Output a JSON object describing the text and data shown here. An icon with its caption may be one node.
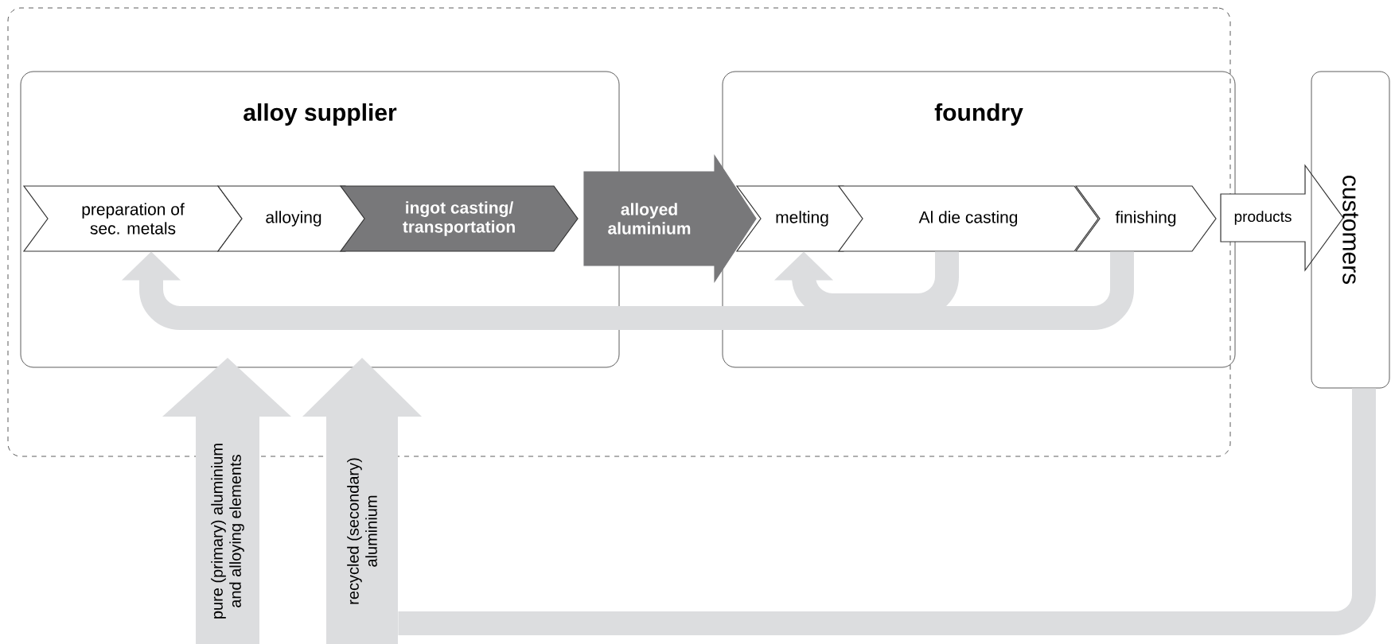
{
  "diagram": {
    "nodes": [
      {
        "text": [],
        "shape": "box"
      },
      {
        "text": [
          "alloy supplier"
        ],
        "in": 0
      },
      {
        "text": [
          "foundry"
        ],
        "in": 0
      },
      {
        "text": [
          "preparation of sec. metals"
        ],
        "in": 1
      },
      {
        "text": [
          "alloying"
        ],
        "in": 1
      },
      {
        "text": [
          "ingot casting/ transportation"
        ],
        "in": 1
      },
      {
        "text": [
          "alloyed aluminium"
        ],
        "in": 0
      },
      {
        "text": [
          "melting"
        ],
        "in": 2
      },
      {
        "text": [
          "Al die casting"
        ],
        "in": 2
      },
      {
        "text": [
          "finishing"
        ],
        "in": 2
      },
      {
        "text": [
          "products"
        ]
      },
      {
        "text": [
          "customers"
        ]
      },
      {
        "text": [
          "pure (primary) aluminium and alloying elements"
        ]
      },
      {
        "text": [
          "recycled (secondary) aluminium"
        ]
      }
    ],
    "edges": [
      {
        "from": 8,
        "to": 7,
        "arrow": "to"
      },
      {
        "from": 9,
        "to": 3,
        "arrow": "to"
      },
      {
        "from": 11,
        "to": 13,
        "arrow": "none"
      }
    ]
  }
}
